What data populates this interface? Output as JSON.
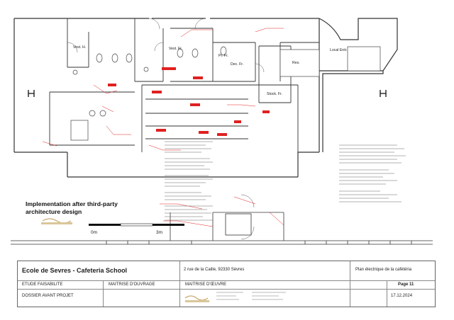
{
  "rooms": {
    "vest_h": "Vest. H.",
    "vest_f": "Vest. Fr.",
    "pr_fr": "Pr. Fr.",
    "dec_fr": "Dec. Fr.",
    "stock_fr": "Stock. Fr.",
    "res": "Res.",
    "local_entr": "Local Entr."
  },
  "caption": {
    "line1": "Implementation after third-party",
    "line2": "architecture design"
  },
  "scale": {
    "start": "0m",
    "end": "3m"
  },
  "title_block": {
    "project": "Ecole de Sevres - Cafeteria School",
    "address": "2 rue de la Caille, 92330 Sèvres",
    "drawing_title": "Plan électrique de la cafétéria",
    "phase": "ETUDE FAISABILITE",
    "moa": "MAITRISE D'OUVRAGE",
    "moe": "MAITRISE D'ŒUVRE",
    "page": "Page 11",
    "dossier": "DOSSIER AVANT PROJET",
    "date": "17.12.2024"
  },
  "colors": {
    "annotation": "#e02020",
    "line": "#333333"
  }
}
